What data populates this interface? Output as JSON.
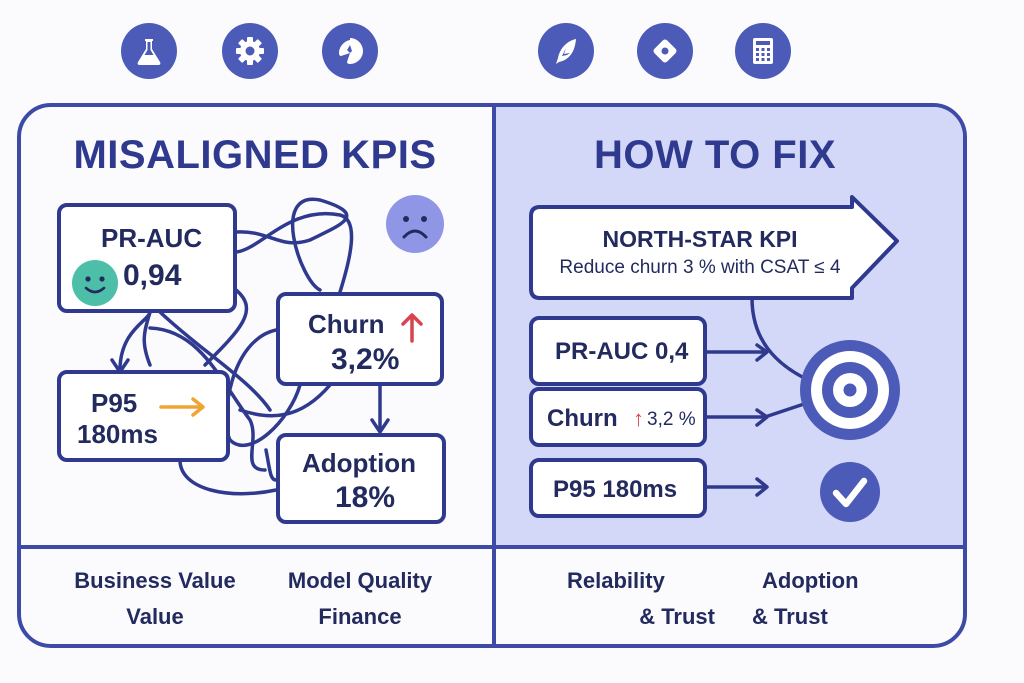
{
  "top_icons": [
    {
      "name": "flask-icon"
    },
    {
      "name": "gear-icon"
    },
    {
      "name": "compass-icon"
    },
    {
      "name": "feather-icon"
    },
    {
      "name": "diamond-icon"
    },
    {
      "name": "calculator-icon"
    }
  ],
  "left_panel": {
    "title": "MISALIGNED KPIS",
    "kpis": {
      "pr_auc": {
        "label": "PR-AUC",
        "value": "0,94",
        "mood": "happy"
      },
      "churn": {
        "label": "Churn",
        "value": "3,2%",
        "trend": "up"
      },
      "p95": {
        "label": "P95",
        "value": "180ms",
        "trend": "right"
      },
      "adoption": {
        "label": "Adoption",
        "value": "18%"
      }
    },
    "mood_icon": "sad-face-icon",
    "footer": [
      {
        "line1": "Business Value",
        "line2": "Value"
      },
      {
        "line1": "Model Quality",
        "line2": "Finance"
      }
    ]
  },
  "right_panel": {
    "title": "HOW TO FIX",
    "north_star": {
      "title": "NORTH-STAR KPI",
      "subtitle": "Reduce churn 3 % with CSAT ≤ 4"
    },
    "metrics": [
      {
        "label": "PR-AUC 0,4"
      },
      {
        "label": "Churn",
        "trend": "↑",
        "value": "3,2 %"
      },
      {
        "label": "P95 180ms"
      }
    ],
    "target_icon": "target-icon",
    "check_icon": "check-circle-icon",
    "footer": [
      {
        "line1": "Relability",
        "line2": "& Trust"
      },
      {
        "line1": "Adoption",
        "line2": "& Trust"
      }
    ]
  },
  "colors": {
    "primary": "#3d4ba6",
    "dark_text": "#222a5e",
    "right_panel_bg": "#d4d8f8",
    "happy": "#4dbfa8",
    "sad": "#8f96e6",
    "up_arrow": "#d9434e",
    "right_arrow": "#f0a533"
  }
}
